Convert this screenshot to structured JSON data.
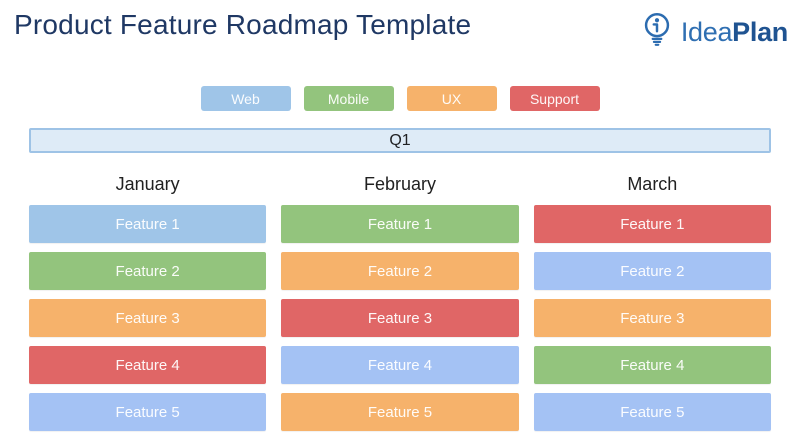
{
  "header": {
    "title": "Product Feature Roadmap Template",
    "logo": {
      "brand_first": "Idea",
      "brand_second": "Plan",
      "icon_color": "#2C6CB0"
    }
  },
  "legend": {
    "items": [
      {
        "label": "Web",
        "color": "#9FC5E8"
      },
      {
        "label": "Mobile",
        "color": "#93C47D"
      },
      {
        "label": "UX",
        "color": "#F6B26B"
      },
      {
        "label": "Support",
        "color": "#E06666"
      }
    ]
  },
  "quarter": {
    "label": "Q1",
    "fill": "#DEEBF7",
    "border": "#9EC3E6"
  },
  "columns": [
    {
      "month": "January",
      "features": [
        {
          "label": "Feature 1",
          "color": "#9FC5E8"
        },
        {
          "label": "Feature 2",
          "color": "#93C47D"
        },
        {
          "label": "Feature 3",
          "color": "#F6B26B"
        },
        {
          "label": "Feature 4",
          "color": "#E06666"
        },
        {
          "label": "Feature 5",
          "color": "#A4C2F4"
        }
      ]
    },
    {
      "month": "February",
      "features": [
        {
          "label": "Feature 1",
          "color": "#93C47D"
        },
        {
          "label": "Feature 2",
          "color": "#F6B26B"
        },
        {
          "label": "Feature 3",
          "color": "#E06666"
        },
        {
          "label": "Feature 4",
          "color": "#A4C2F4"
        },
        {
          "label": "Feature 5",
          "color": "#F6B26B"
        }
      ]
    },
    {
      "month": "March",
      "features": [
        {
          "label": "Feature 1",
          "color": "#E06666"
        },
        {
          "label": "Feature 2",
          "color": "#A4C2F4"
        },
        {
          "label": "Feature 3",
          "color": "#F6B26B"
        },
        {
          "label": "Feature 4",
          "color": "#93C47D"
        },
        {
          "label": "Feature 5",
          "color": "#A4C2F4"
        }
      ]
    }
  ]
}
